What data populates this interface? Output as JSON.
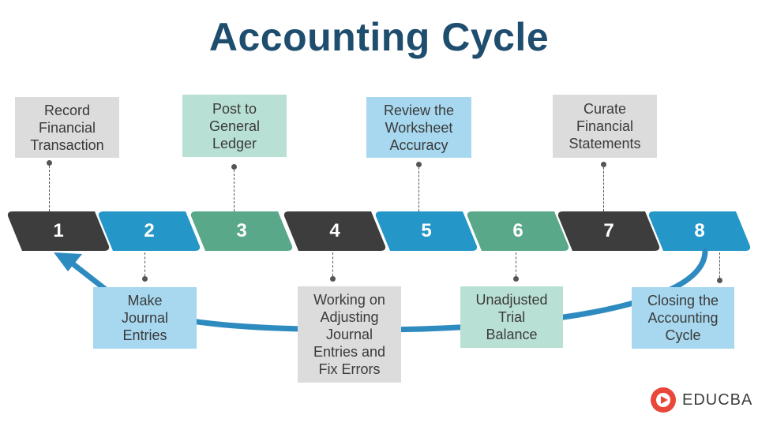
{
  "title": "Accounting Cycle",
  "colors": {
    "title": "#1e4d6e",
    "dark": "#3d3d3d",
    "blue": "#2596c8",
    "green": "#5aa88a",
    "box_gray": "#dcdcdc",
    "box_green": "#b9e0d4",
    "box_blue": "#a7d8ef",
    "arrow": "#2e8bc0"
  },
  "steps": [
    {
      "number": "1",
      "color": "dark",
      "label": "Record\nFinancial\nTransaction"
    },
    {
      "number": "2",
      "color": "blue",
      "label": "Make\nJournal\nEntries"
    },
    {
      "number": "3",
      "color": "green",
      "label": "Post to\nGeneral\nLedger"
    },
    {
      "number": "4",
      "color": "dark",
      "label": "Working on\nAdjusting\nJournal\nEntries and\nFix Errors"
    },
    {
      "number": "5",
      "color": "blue",
      "label": "Review the\nWorksheet\nAccuracy"
    },
    {
      "number": "6",
      "color": "green",
      "label": "Unadjusted\nTrial\nBalance"
    },
    {
      "number": "7",
      "color": "dark",
      "label": "Curate\nFinancial\nStatements"
    },
    {
      "number": "8",
      "color": "blue",
      "label": "Closing the\nAccounting\nCycle"
    }
  ],
  "logo": {
    "text": "EDUCBA",
    "icon": "educba-logo-icon"
  }
}
